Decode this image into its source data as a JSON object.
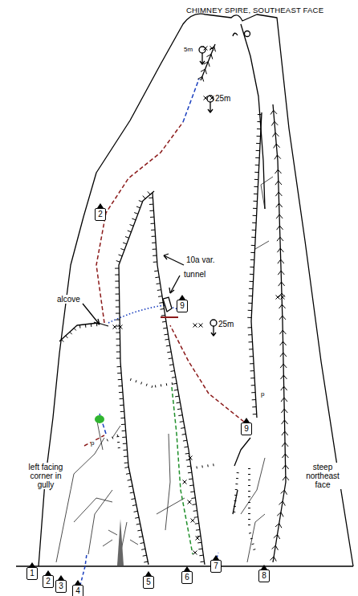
{
  "diagram": {
    "title": "CHIMNEY SPIRE, SOUTHEAST FACE",
    "nodes": [
      {
        "text": [
          "2"
        ]
      },
      {
        "text": [
          "9"
        ]
      },
      {
        "text": [
          "9"
        ]
      },
      {
        "text": [
          "1"
        ]
      },
      {
        "text": [
          "2"
        ]
      },
      {
        "text": [
          "3"
        ]
      },
      {
        "text": [
          "4"
        ]
      },
      {
        "text": [
          "5"
        ]
      },
      {
        "text": [
          "6"
        ]
      },
      {
        "text": [
          "7"
        ]
      },
      {
        "text": [
          "8"
        ]
      }
    ],
    "labels": [
      "5m",
      "25m",
      "10a var.",
      "tunnel",
      "alcove",
      "25m",
      "p",
      "p",
      "left facing corner in gully",
      "steep northeast face"
    ]
  }
}
